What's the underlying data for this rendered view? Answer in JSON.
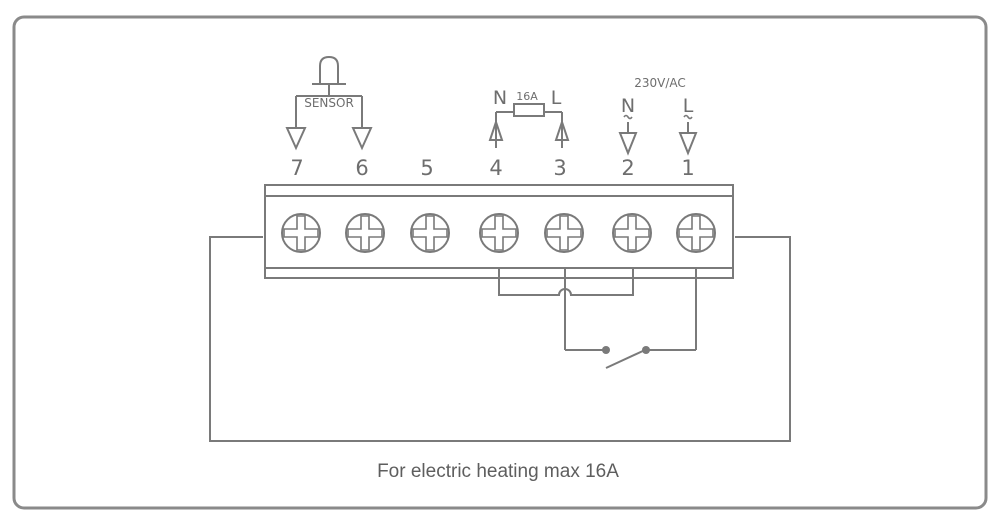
{
  "terminals": [
    "7",
    "6",
    "5",
    "4",
    "3",
    "2",
    "1"
  ],
  "labels": {
    "sensor": "SENSOR",
    "supply": "230V/AC",
    "neutral": "N",
    "live": "L",
    "fuse": "16A"
  },
  "caption": "For electric heating max 16A",
  "colors": {
    "line": "#7a7a7a",
    "text": "#6e6e6e",
    "frame": "#8a8a8a"
  }
}
